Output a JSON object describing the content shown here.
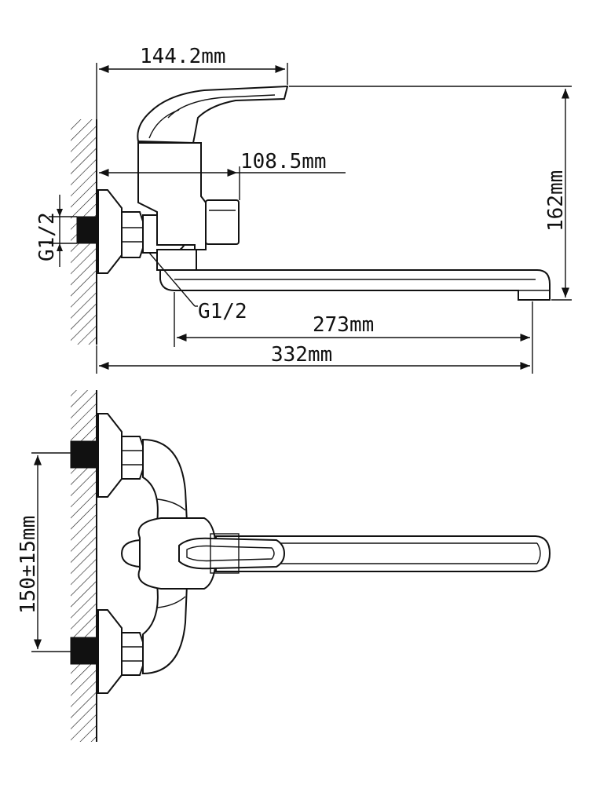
{
  "diagram": {
    "side_view": {
      "dimensions": {
        "width_top": "144.2mm",
        "body_depth": "108.5mm",
        "height": "162mm",
        "spout_reach": "273mm",
        "total_reach": "332mm",
        "thread_left": "G1/2",
        "thread_bottom": "G1/2"
      }
    },
    "top_view": {
      "dimensions": {
        "center_distance": "150±15mm"
      }
    },
    "colors": {
      "line": "#111111",
      "background": "#ffffff"
    }
  }
}
